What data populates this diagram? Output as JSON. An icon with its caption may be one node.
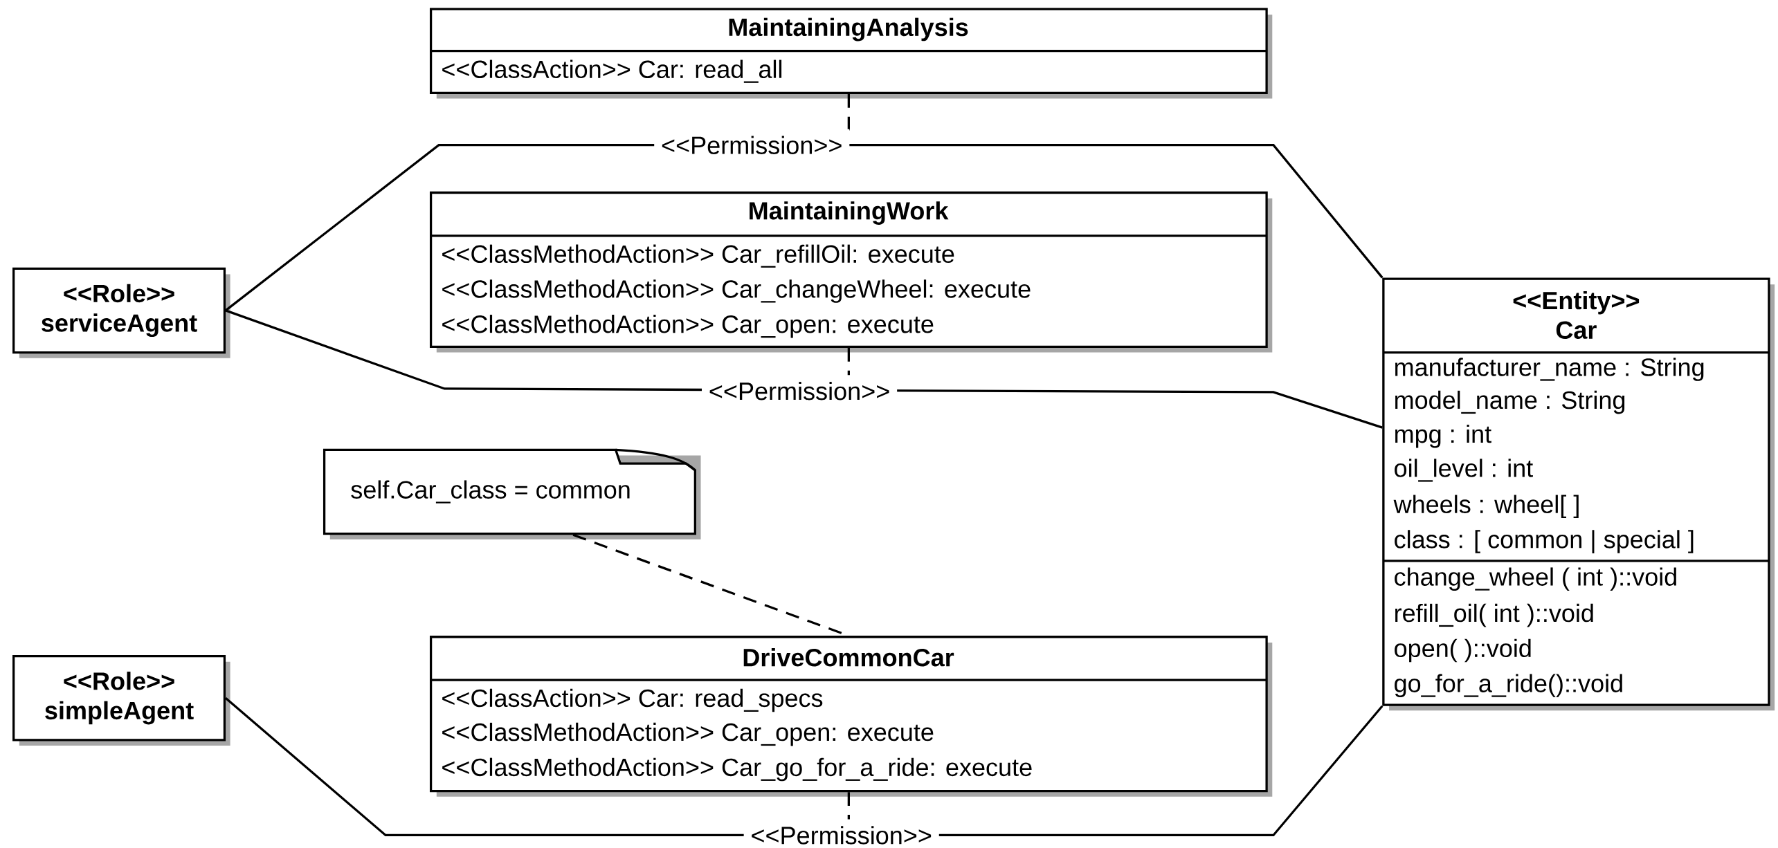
{
  "diagram": {
    "nodes": [
      {
        "text": [
          "MaintainingAnalysis",
          "<<ClassAction>> Car: read_all"
        ]
      },
      {
        "text": [
          "<<Role>> serviceAgent"
        ]
      },
      {
        "text": [
          "MaintainingWork",
          "<<ClassMethodAction>> Car_refillOil: execute",
          "<<ClassMethodAction>> Car_changeWheel: execute",
          "<<ClassMethodAction>> Car_open: execute"
        ]
      },
      {
        "text": [
          "<<Entity>> Car",
          "manufacturer_name : String",
          "model_name : String",
          "mpg : int",
          "oil_level : int",
          "wheels : wheel[ ]",
          "class : [ common | special ]",
          "change_wheel ( int )::void",
          "refill_oil( int )::void",
          "open( )::void",
          "go_for_a_ride()::void"
        ]
      },
      {
        "text": [
          "self.Car_class = common"
        ]
      },
      {
        "text": [
          "<<Role>> simpleAgent"
        ]
      },
      {
        "text": [
          "DriveCommonCar",
          "<<ClassAction>> Car: read_specs",
          "<<ClassMethodAction>> Car_open: execute",
          "<<ClassMethodAction>> Car_go_for_a_ride: execute"
        ]
      }
    ],
    "edges": [
      {
        "from": 1,
        "to": 3,
        "arrow": "none",
        "label": "<<Permission>>"
      },
      {
        "from": 0,
        "to": null,
        "arrow": "none",
        "style": "dashed"
      },
      {
        "from": 1,
        "to": 3,
        "arrow": "none",
        "label": "<<Permission>>"
      },
      {
        "from": 2,
        "to": null,
        "arrow": "none",
        "style": "dashed"
      },
      {
        "from": 5,
        "to": 3,
        "arrow": "none",
        "label": "<<Permission>>"
      },
      {
        "from": 6,
        "to": null,
        "arrow": "none",
        "style": "dashed"
      },
      {
        "from": 4,
        "to": 6,
        "arrow": "none",
        "style": "dashed"
      }
    ]
  }
}
